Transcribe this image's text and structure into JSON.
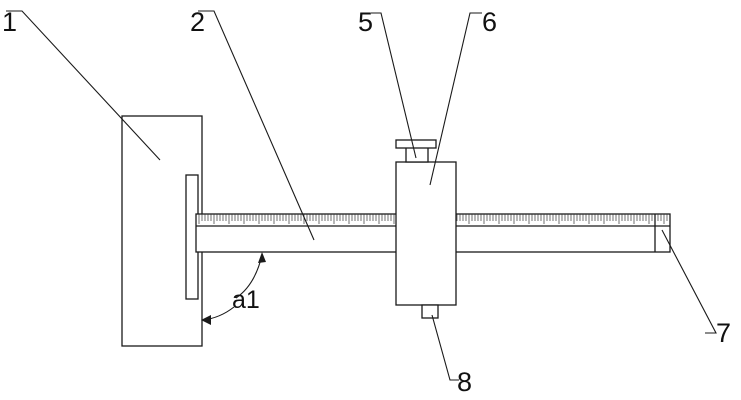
{
  "labels": {
    "part_1": "1",
    "part_2": "2",
    "part_5": "5",
    "part_6": "6",
    "part_7": "7",
    "part_8": "8",
    "part_a1": "a1"
  },
  "colors": {
    "stroke": "#1a1a1a",
    "background": "#ffffff"
  }
}
